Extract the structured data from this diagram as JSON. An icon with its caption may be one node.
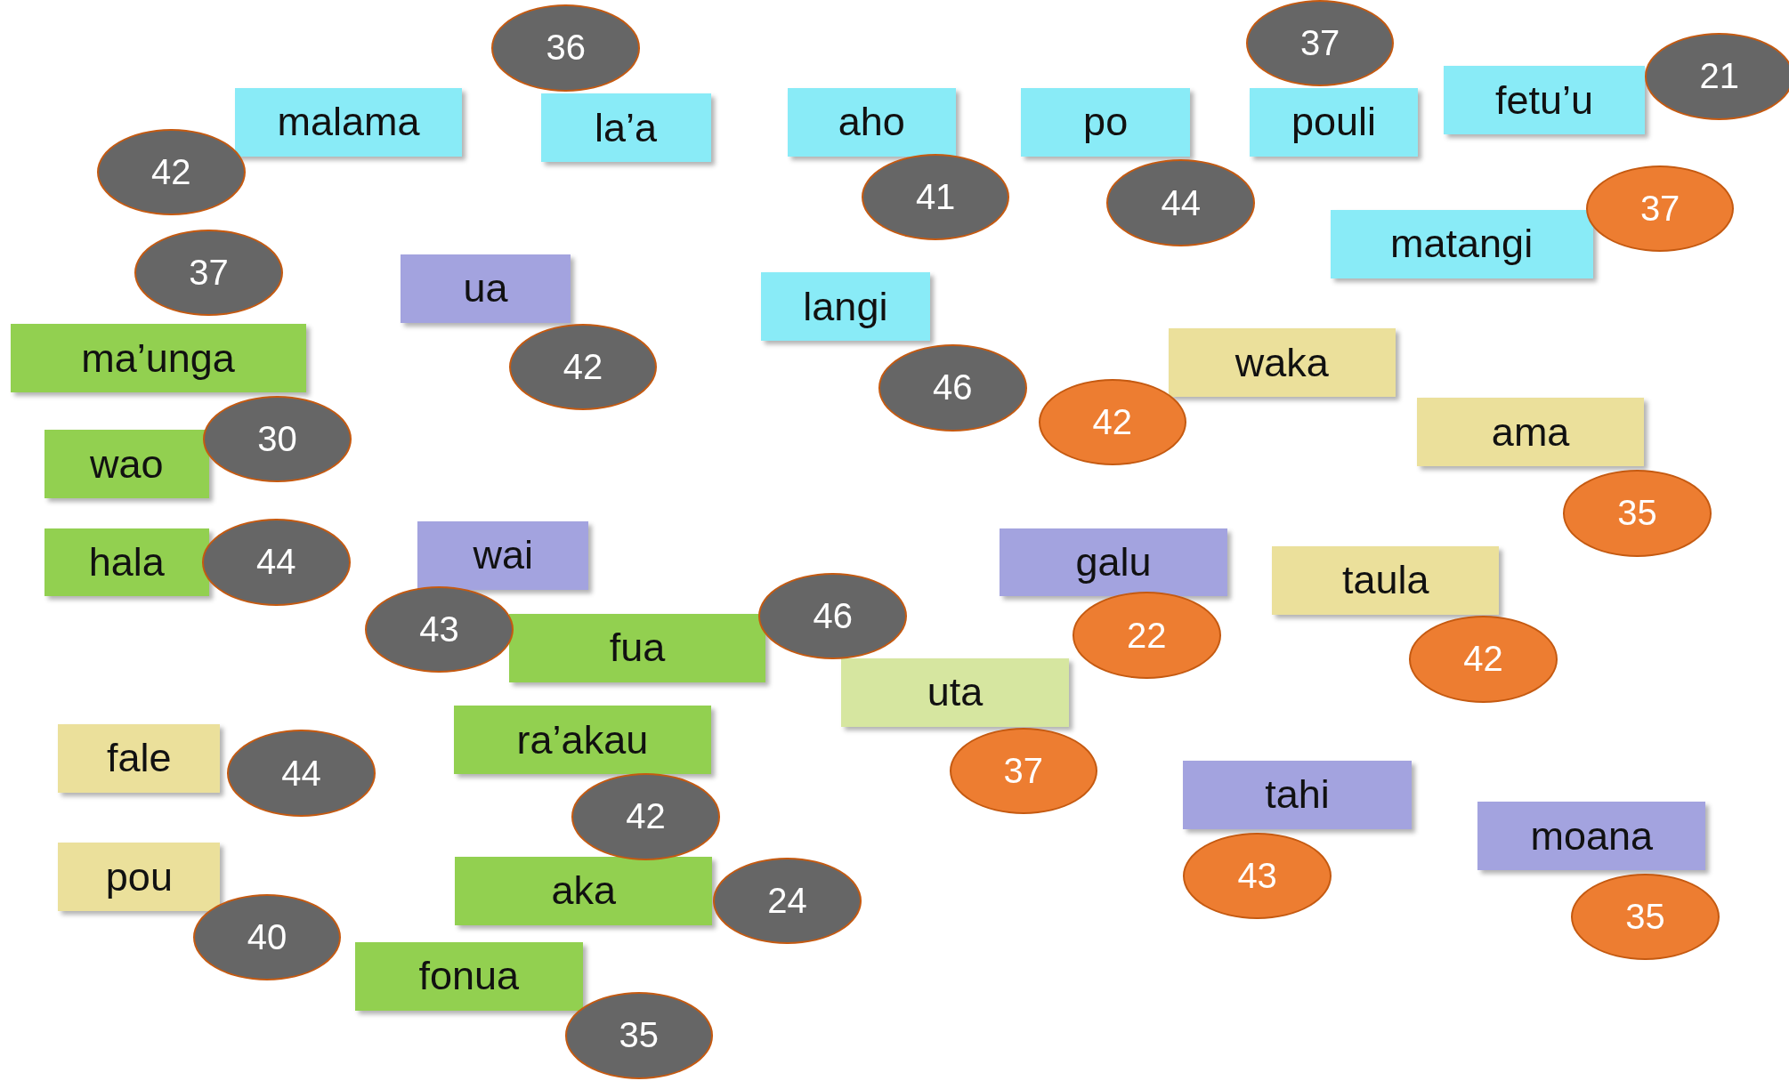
{
  "diagram": {
    "nodes": [
      {
        "text": [
          "36"
        ]
      },
      {
        "text": [
          "37"
        ]
      },
      {
        "text": [
          "21"
        ]
      },
      {
        "text": [
          "malama"
        ]
      },
      {
        "text": [
          "la’a"
        ]
      },
      {
        "text": [
          "aho"
        ]
      },
      {
        "text": [
          "po"
        ]
      },
      {
        "text": [
          "pouli"
        ]
      },
      {
        "text": [
          "fetu’u"
        ]
      },
      {
        "text": [
          "42"
        ]
      },
      {
        "text": [
          "41"
        ]
      },
      {
        "text": [
          "44"
        ]
      },
      {
        "text": [
          "matangi"
        ]
      },
      {
        "text": [
          "37"
        ]
      },
      {
        "text": [
          "37"
        ]
      },
      {
        "text": [
          "ua"
        ]
      },
      {
        "text": [
          "langi"
        ]
      },
      {
        "text": [
          "ma’unga"
        ]
      },
      {
        "text": [
          "waka"
        ]
      },
      {
        "text": [
          "42"
        ]
      },
      {
        "text": [
          "46"
        ]
      },
      {
        "text": [
          "42"
        ]
      },
      {
        "text": [
          "ama"
        ]
      },
      {
        "text": [
          "wao"
        ]
      },
      {
        "text": [
          "30"
        ]
      },
      {
        "text": [
          "35"
        ]
      },
      {
        "text": [
          "wai"
        ]
      },
      {
        "text": [
          "galu"
        ]
      },
      {
        "text": [
          "hala"
        ]
      },
      {
        "text": [
          "44"
        ]
      },
      {
        "text": [
          "taula"
        ]
      },
      {
        "text": [
          "43"
        ]
      },
      {
        "text": [
          "fua"
        ]
      },
      {
        "text": [
          "46"
        ]
      },
      {
        "text": [
          "22"
        ]
      },
      {
        "text": [
          "42"
        ]
      },
      {
        "text": [
          "uta"
        ]
      },
      {
        "text": [
          "ra’akau"
        ]
      },
      {
        "text": [
          "fale"
        ]
      },
      {
        "text": [
          "37"
        ]
      },
      {
        "text": [
          "44"
        ]
      },
      {
        "text": [
          "tahi"
        ]
      },
      {
        "text": [
          "moana"
        ]
      },
      {
        "text": [
          "42"
        ]
      },
      {
        "text": [
          "pou"
        ]
      },
      {
        "text": [
          "aka"
        ]
      },
      {
        "text": [
          "43"
        ]
      },
      {
        "text": [
          "35"
        ]
      },
      {
        "text": [
          "24"
        ]
      },
      {
        "text": [
          "40"
        ]
      },
      {
        "text": [
          "fonua"
        ]
      },
      {
        "text": [
          "35"
        ]
      }
    ]
  }
}
